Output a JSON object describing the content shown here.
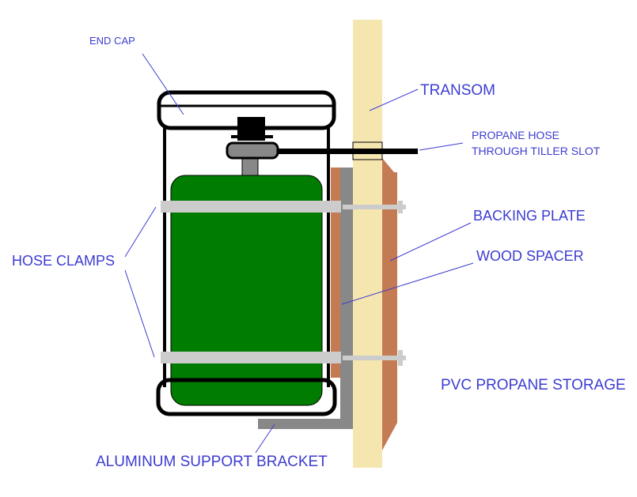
{
  "title": "PVC PROPANE STORAGE",
  "labels": {
    "end_cap": "END CAP",
    "transom": "TRANSOM",
    "propane_hose_1": "PROPANE HOSE",
    "propane_hose_2": "THROUGH TILLER SLOT",
    "backing_plate": "BACKING PLATE",
    "wood_spacer": "WOOD SPACER",
    "hose_clamps": "HOSE CLAMPS",
    "bracket": "ALUMINUM SUPPORT BRACKET"
  },
  "colors": {
    "label": "#3c3cd2",
    "transom": "#f5e6b0",
    "wood": "#c47a52",
    "aluminum": "#888888",
    "tank": "#007c00",
    "clamp": "#cccccc"
  }
}
